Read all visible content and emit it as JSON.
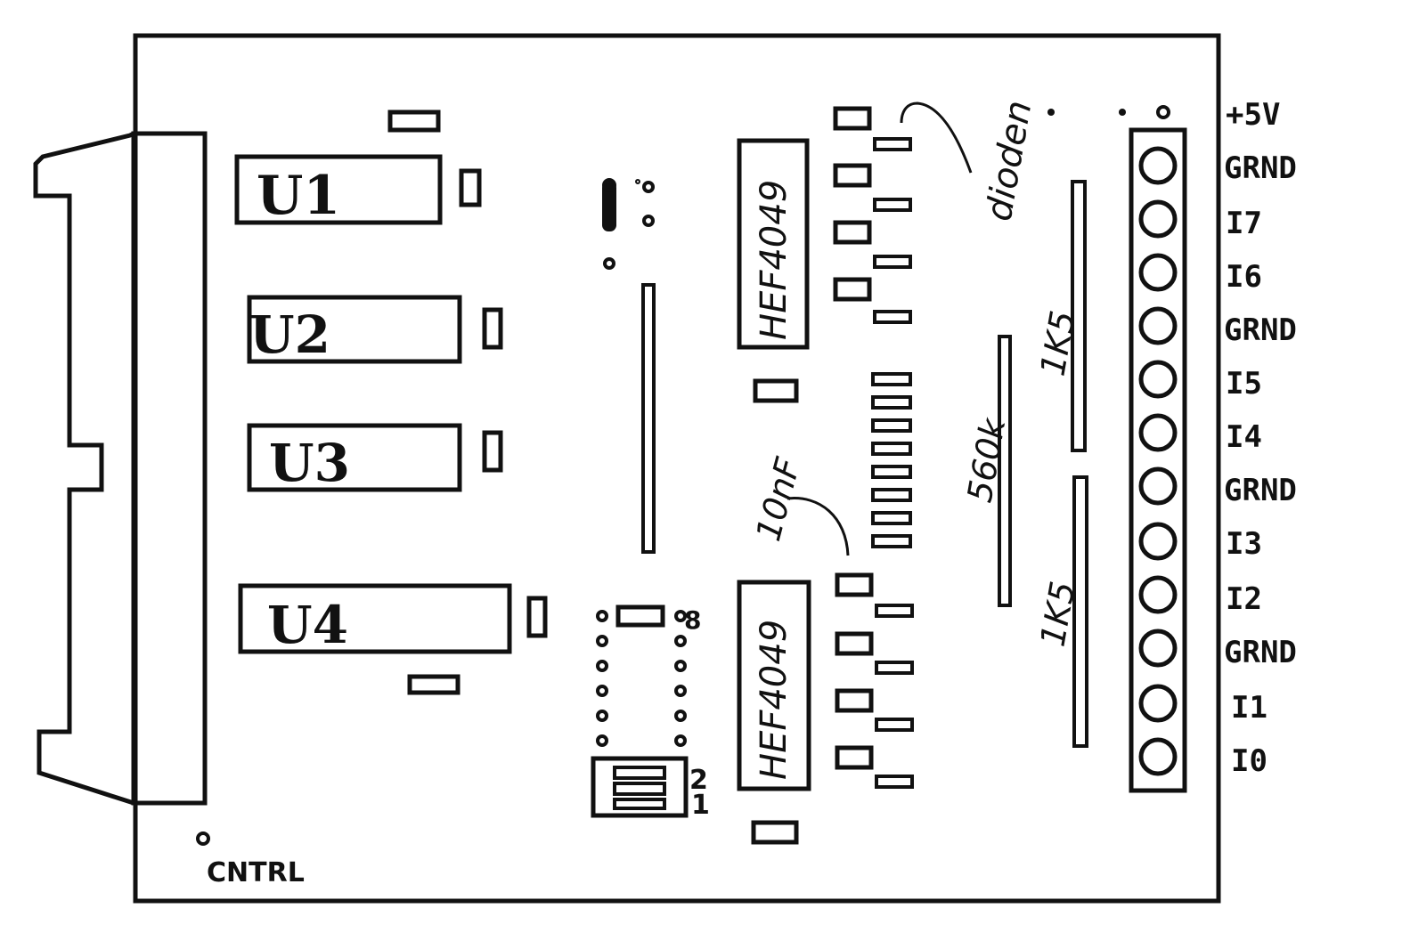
{
  "colors": {
    "ink": "#111111",
    "paper": "#ffffff"
  },
  "ics": {
    "u1": "U1",
    "u2": "U2",
    "u3": "U3",
    "u4": "U4",
    "hef_top": "HEF4049",
    "hef_bottom": "HEF4049"
  },
  "annotations": {
    "dioden": "dioden",
    "cap": "10nF",
    "res_560k": "560k",
    "res_1k5_top": "1K5",
    "res_1k5_bottom": "1K5",
    "cntrl": "CNTRL",
    "dip_pin_8": "8",
    "dip_pin_2": "2",
    "dip_pin_1": "1"
  },
  "pin_labels": [
    "+5V",
    "GRND",
    "I7",
    "I6",
    "GRND",
    "I5",
    "I4",
    "GRND",
    "I3",
    "I2",
    "GRND",
    "I1",
    "I0"
  ]
}
